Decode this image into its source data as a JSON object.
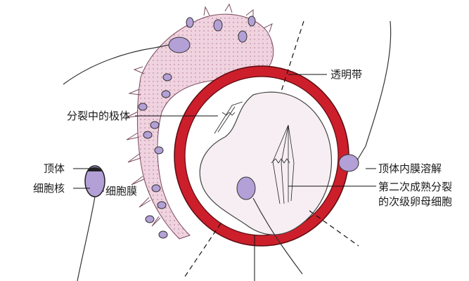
{
  "labels": {
    "zona_pellucida": "透明带",
    "dividing_polar_body": "分裂中的极体",
    "acrosome": "顶体",
    "sperm_nucleus": "细胞核",
    "cell_membrane": "细胞膜",
    "acrosome_inner_membrane_dissolving": "顶体内膜溶解",
    "secondary_oocyte_line1": "第二次成熟分裂",
    "secondary_oocyte_line2": "的次级卵母细胞"
  },
  "colors": {
    "zona_red": "#cc1f2b",
    "cytoplasm": "#f6eef2",
    "corona_pink": "#efd3df",
    "nucleus_lavender": "#b3a0d6",
    "ink": "#222222"
  }
}
